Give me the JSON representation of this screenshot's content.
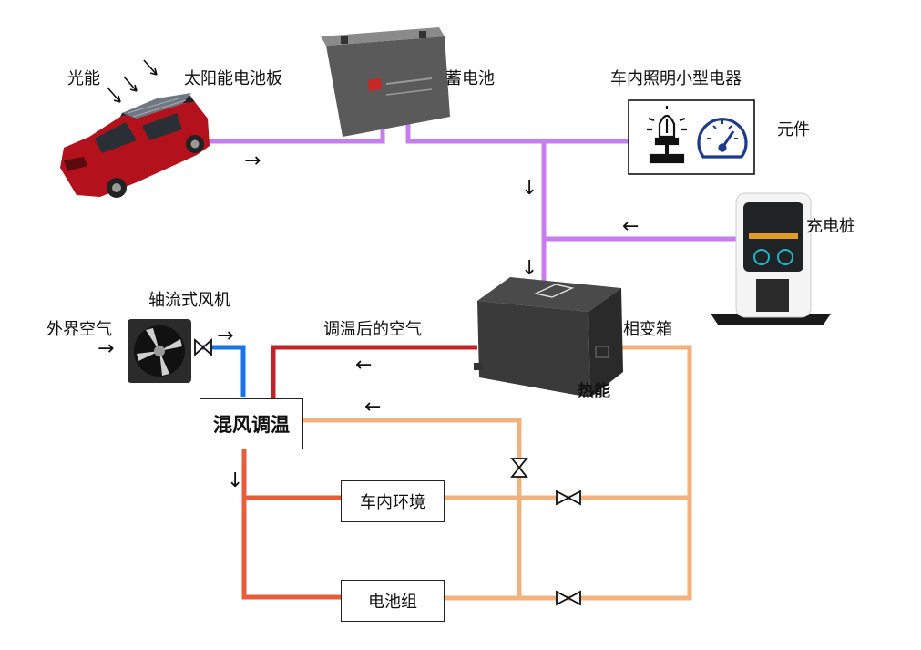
{
  "labels": {
    "solar_light": "光能",
    "solar_panel": "太阳能电池板",
    "battery": "蓄电池",
    "lighting_devices": "车内照明小型电器",
    "components": "元件",
    "charging_pile": "充电桩",
    "axial_fan": "轴流式风机",
    "outside_air": "外界空气",
    "tempered_air": "调温后的空气",
    "phase_change_box": "相变箱",
    "heat_energy": "热能",
    "mixing_temp": "混风调温",
    "cabin_env": "车内环境",
    "battery_pack": "电池组"
  },
  "arrows": {
    "right": "→",
    "left": "←",
    "down": "↓"
  },
  "colors": {
    "electric_line": "#c77dee",
    "hot_line": "#c0242b",
    "warm_line": "#e85c3a",
    "cool_line": "#f2b27e",
    "cold_air_line": "#1a73e8",
    "car_red": "#b3121d",
    "box_dark": "#3a3a3a",
    "gauge_blue": "#1e3a8a"
  },
  "icons": [
    "car-with-solar-icon",
    "battery-icon",
    "light-bulb-icon",
    "gauge-icon",
    "charging-pile-icon",
    "axial-fan-icon",
    "phase-change-box-icon",
    "valve-icon"
  ]
}
